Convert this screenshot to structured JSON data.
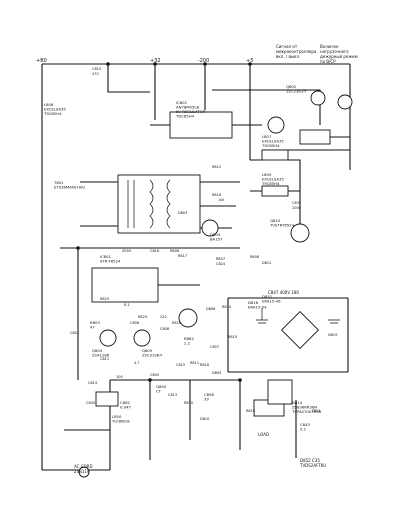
{
  "rails": [
    "+B0",
    "+32",
    "-200",
    "+5"
  ],
  "notes": {
    "top_right_1": [
      "Сигнал от",
      "микроконтроллера",
      "вкл. / выкл."
    ],
    "top_right_2": [
      "Включен",
      "нагрузочного",
      "дежурный режим",
      "по В/СР"
    ],
    "main_cap": "C847 400V 180",
    "ac_cord": [
      "AC CORD",
      "ZS8119"
    ],
    "bottom_right": [
      "D852 C35",
      "TVDS2AFTKU"
    ],
    "relay_area": "LOAD"
  },
  "labels": [
    {
      "id": "T801",
      "lines": [
        "T801",
        "ETS36MAN1H0U"
      ]
    },
    {
      "id": "L808",
      "lines": [
        "L808",
        "EXCELSA35",
        "T9C85H4"
      ]
    },
    {
      "id": "IC802",
      "lines": [
        "IC802",
        "AN78M05LB",
        "5V REGULATOR",
        "TDC85H4"
      ]
    },
    {
      "id": "Q802",
      "lines": [
        "Q802",
        "2SC2383-Y"
      ]
    },
    {
      "id": "L807",
      "lines": [
        "L807",
        "EXCELSA35",
        "T9C85H4"
      ]
    },
    {
      "id": "L809",
      "lines": [
        "L809",
        "EXCELSA35",
        "T9C85H4"
      ]
    },
    {
      "id": "IC801",
      "lines": [
        "IC801",
        "STR-F6524"
      ]
    },
    {
      "id": "Q810",
      "lines": [
        "Q810",
        "TVSTRT6524"
      ]
    },
    {
      "id": "D851",
      "lines": [
        "D851",
        "ERA15-06"
      ]
    },
    {
      "id": "Q804",
      "lines": [
        "Q804",
        "2SA1286"
      ]
    },
    {
      "id": "Q805",
      "lines": [
        "Q805",
        "2SC3198-Y"
      ]
    },
    {
      "id": "D804",
      "lines": [
        "D804",
        "BA157"
      ]
    },
    {
      "id": "L850",
      "lines": [
        "L850",
        "TLF8W18"
      ]
    },
    {
      "id": "C862",
      "lines": [
        "C862",
        "0.047"
      ]
    },
    {
      "id": "D816",
      "lines": [
        "D816",
        "ERA15-04"
      ]
    },
    {
      "id": "R803",
      "lines": [
        "R803",
        "47"
      ]
    },
    {
      "id": "R862",
      "lines": [
        "R862",
        "2.2"
      ]
    },
    {
      "id": "C856",
      "lines": [
        "C856",
        "33"
      ]
    },
    {
      "id": "D814",
      "lines": [
        "D814",
        "ZS836RR36H",
        "TVPA07003H00"
      ]
    },
    {
      "id": "Q850",
      "lines": [
        "Q850",
        "CT"
      ]
    },
    {
      "id": "C843",
      "lines": [
        "C843",
        "0.1"
      ]
    }
  ],
  "small_labels": [
    "C810",
    "470",
    "R812",
    "R818",
    "10k",
    "C832",
    "1000",
    "D803",
    "ZS5V",
    "C816",
    "R806",
    "R817",
    "R825",
    "0.1",
    "D806",
    "R807",
    "C824",
    "R829",
    "220",
    "C806",
    "R810",
    "C808",
    "4.7",
    "R811",
    "100",
    "C805",
    "C815",
    "R816",
    "C807",
    "D805",
    "R815",
    "C811",
    "R808",
    "D812",
    "C813",
    "R820",
    "D810",
    "R819",
    "C801",
    "R814",
    "D819",
    "C845",
    "F801",
    "C814"
  ]
}
